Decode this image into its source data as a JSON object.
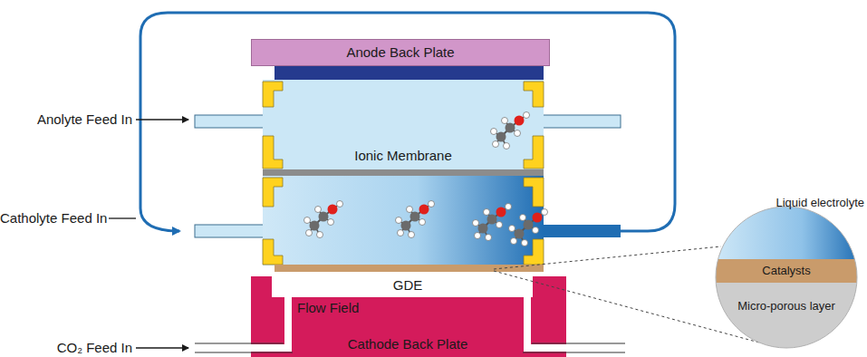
{
  "diagram": {
    "nodes": [
      {
        "text": [
          "Anode Back Plate"
        ]
      },
      {
        "text": [
          "Cathode Back Plate"
        ]
      },
      {
        "text": [
          "Catalysts"
        ]
      },
      {
        "text": [
          "Micro-porous layer"
        ]
      }
    ],
    "labels": [
      "Anolyte Feed In",
      "Catholyte Feed In",
      "CO₂ Feed In",
      "Ionic Membrane",
      "GDE",
      "Flow Field",
      "Liquid electrolyte"
    ]
  }
}
